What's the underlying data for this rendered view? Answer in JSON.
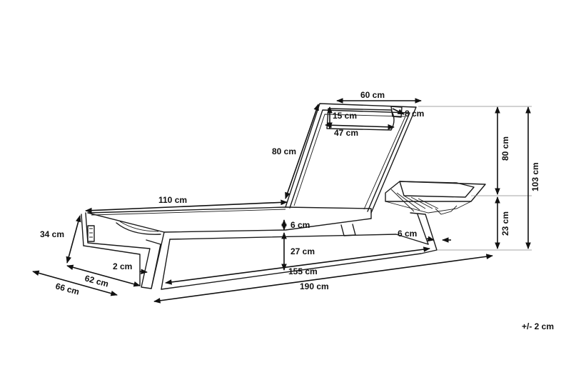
{
  "dimensions": {
    "headrest_width": "60 cm",
    "headrest_height": "15 cm",
    "headrest_depth": "8 cm",
    "headrest_inner_width": "47 cm",
    "backrest_length": "80 cm",
    "seat_length": "110 cm",
    "side_height": "34 cm",
    "frame_thickness": "6 cm",
    "seat_height": "27 cm",
    "leg_width": "6 cm",
    "frame_gap": "2 cm",
    "inner_width": "62 cm",
    "total_width": "66 cm",
    "inner_length": "155 cm",
    "total_length": "190 cm",
    "back_height": "80 cm",
    "total_height": "103 cm",
    "rest_height": "23 cm"
  },
  "tolerance": "+/- 2 cm",
  "colors": {
    "line": "#1a1a1a",
    "background": "#ffffff"
  }
}
